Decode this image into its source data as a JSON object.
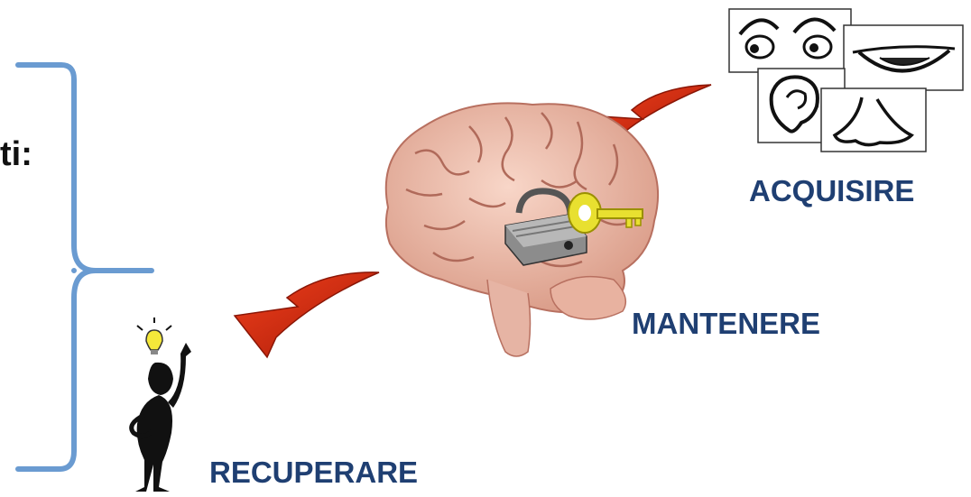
{
  "left_text": "ti:",
  "labels": {
    "acquire": "ACQUISIRE",
    "maintain": "MANTENERE",
    "retrieve": "RECUPERARE"
  },
  "colors": {
    "label": "#1f3f72",
    "brace": "#6a9bd1",
    "arrow": "#d42a10",
    "brain": "#f2c2b0",
    "key": "#e8e030"
  },
  "icons": [
    "eyes-icon",
    "mouth-icon",
    "ear-icon",
    "nose-icon",
    "brain-icon",
    "padlock-icon",
    "key-icon",
    "person-idea-icon",
    "lightbulb-icon",
    "curved-arrow-icon"
  ]
}
